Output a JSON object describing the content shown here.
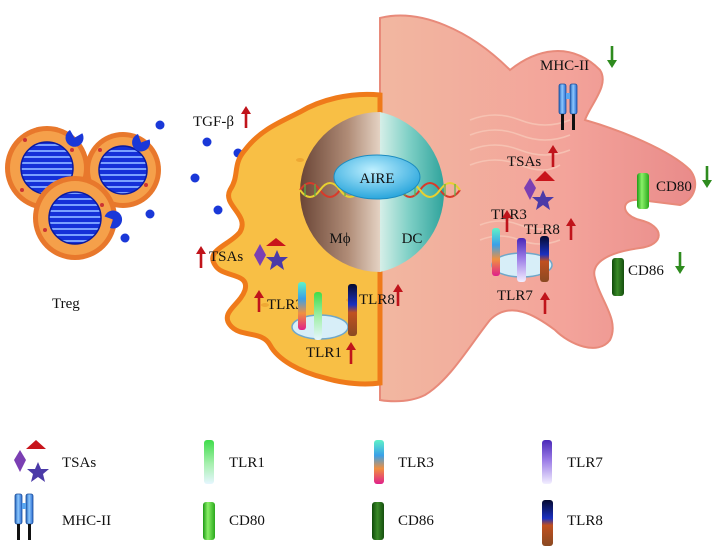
{
  "labels": {
    "treg": "Treg",
    "tgf_beta": "TGF-β",
    "aire": "AIRE",
    "macrophage": "Mϕ",
    "dc": "DC",
    "mhc_ii": "MHC-II",
    "cd80": "CD80",
    "cd86": "CD86",
    "tsas_left": "TSAs",
    "tsas_right": "TSAs",
    "tlr3_left": "TLR3",
    "tlr1": "TLR1",
    "tlr8_left": "TLR8",
    "tlr3_right": "TLR3",
    "tlr8_right": "TLR8",
    "tlr7": "TLR7"
  },
  "legend": [
    {
      "key": "tsas",
      "label": "TSAs"
    },
    {
      "key": "tlr1",
      "label": "TLR1"
    },
    {
      "key": "tlr3",
      "label": "TLR3"
    },
    {
      "key": "tlr7",
      "label": "TLR7"
    },
    {
      "key": "mhc",
      "label": "MHC-II"
    },
    {
      "key": "cd80",
      "label": "CD80"
    },
    {
      "key": "cd86",
      "label": "CD86"
    },
    {
      "key": "tlr8",
      "label": "TLR8"
    }
  ],
  "colors": {
    "up_arrow": "#c0141b",
    "down_arrow": "#2e8b1e",
    "mac_cytoplasm": "#f8c040",
    "mac_border": "#ef7a1a",
    "dc_cytoplasm": "#f0a7a0",
    "nucleus_left": "#8a6450",
    "nucleus_right": "#4ab5b0",
    "aire": "#38b6e4",
    "tsa_diamond": "#7b3fb3",
    "tsa_star": "#4b3aa8",
    "tsa_cap": "#c8141b",
    "treg_core": "#1428c8",
    "treg_ring": "#e26a2c",
    "tlr1": "#5fe36a",
    "cd80": "#3fca2e",
    "cd86": "#1f6a16",
    "mhc": "#3f8de0"
  }
}
